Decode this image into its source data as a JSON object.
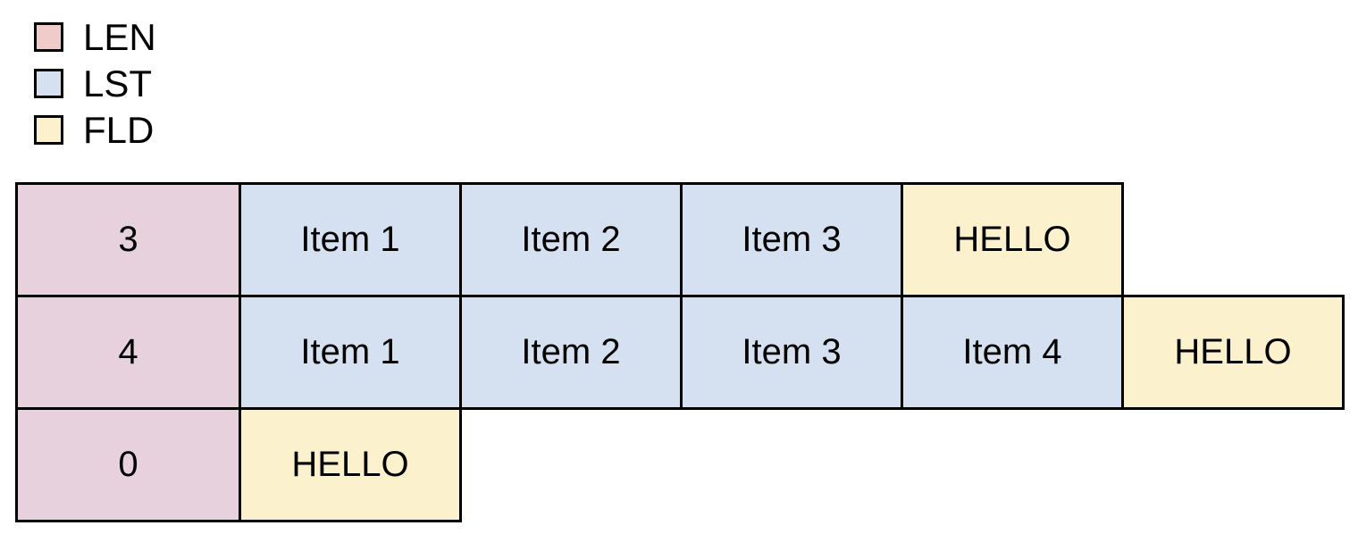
{
  "legend": {
    "items": [
      {
        "id": "LEN",
        "label": "LEN",
        "color": "#efcbca"
      },
      {
        "id": "LST",
        "label": "LST",
        "color": "#d5e1f1"
      },
      {
        "id": "FLD",
        "label": "FLD",
        "color": "#fbf1cd"
      }
    ]
  },
  "diagram": {
    "cell_colors": {
      "LEN": "#e6d1dc",
      "LST": "#d5e1f1",
      "FLD": "#fbf1cd"
    },
    "border_color": "#000000",
    "text_color": "#000000",
    "rows": [
      {
        "cells": [
          {
            "text": "3",
            "type": "LEN"
          },
          {
            "text": "Item 1",
            "type": "LST"
          },
          {
            "text": "Item 2",
            "type": "LST"
          },
          {
            "text": "Item 3",
            "type": "LST"
          },
          {
            "text": "HELLO",
            "type": "FLD"
          }
        ]
      },
      {
        "cells": [
          {
            "text": "4",
            "type": "LEN"
          },
          {
            "text": "Item 1",
            "type": "LST"
          },
          {
            "text": "Item 2",
            "type": "LST"
          },
          {
            "text": "Item 3",
            "type": "LST"
          },
          {
            "text": "Item 4",
            "type": "LST"
          },
          {
            "text": "HELLO",
            "type": "FLD"
          }
        ]
      },
      {
        "cells": [
          {
            "text": "0",
            "type": "LEN"
          },
          {
            "text": "HELLO",
            "type": "FLD"
          }
        ]
      }
    ]
  }
}
